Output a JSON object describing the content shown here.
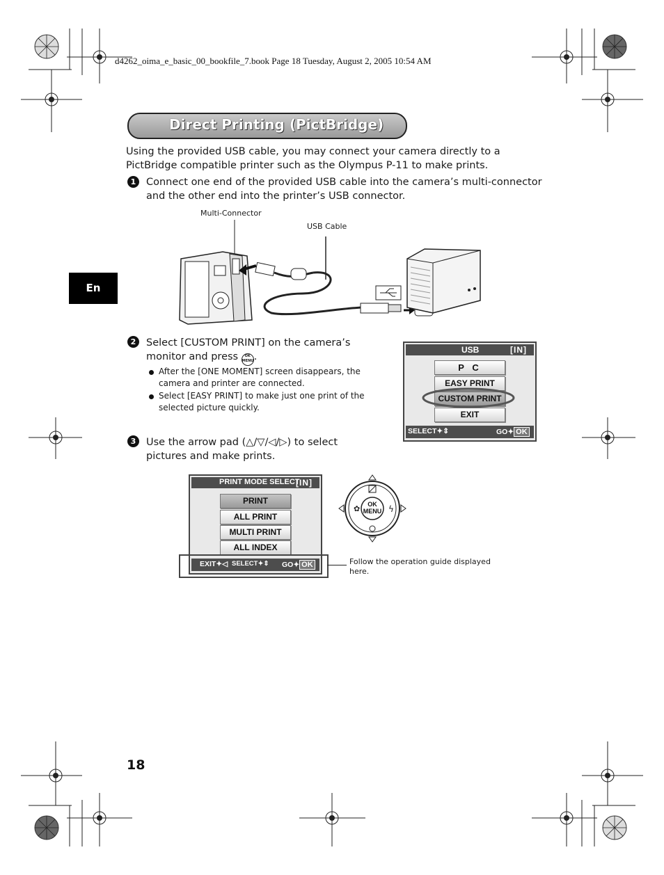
{
  "header": {
    "print_line": "d4262_oima_e_basic_00_bookfile_7.book  Page 18  Tuesday, August 2, 2005  10:54 AM"
  },
  "title": "Direct Printing (PictBridge)",
  "intro": "Using the provided USB cable, you may connect your camera directly to a PictBridge compatible printer such as the Olympus P-11 to make prints.",
  "steps": [
    {
      "number": "1",
      "text": "Connect one end of the provided USB cable into the camera’s multi-connector and the other end into the printer’s USB connector."
    },
    {
      "number": "2",
      "text_before": "Select [CUSTOM PRINT] on the camera’s monitor and press",
      "text_after": ".",
      "bullets": [
        "After the [ONE MOMENT] screen disappears, the camera and printer are connected.",
        "Select [EASY PRINT] to make just one print of the selected picture quickly."
      ]
    },
    {
      "number": "3",
      "text_before": "Use the arrow pad (",
      "text_after": ") to select pictures and make prints."
    }
  ],
  "illustration": {
    "label_multi_connector": "Multi-Connector",
    "label_usb_cable": "USB Cable"
  },
  "usb_screen": {
    "title": "USB",
    "memory": "[IN]",
    "options": [
      "P C",
      "EASY PRINT",
      "CUSTOM PRINT",
      "EXIT"
    ],
    "selected": "CUSTOM PRINT",
    "footer_select": "SELECT",
    "footer_go": "GO",
    "ok": "OK"
  },
  "print_mode_screen": {
    "title": "PRINT MODE SELECT",
    "memory": "[IN]",
    "options": [
      "PRINT",
      "ALL PRINT",
      "MULTI PRINT",
      "ALL INDEX"
    ],
    "selected": "PRINT",
    "footer_exit": "EXIT",
    "footer_select": "SELECT",
    "footer_go": "GO",
    "ok": "OK"
  },
  "arrow_pad": {
    "center_top": "OK",
    "center_bottom": "MENU"
  },
  "ok_menu_icon": {
    "top": "OK",
    "bottom": "MENU"
  },
  "guide_note": "Follow the operation guide displayed here.",
  "side_tab": "En",
  "page_number": "18"
}
